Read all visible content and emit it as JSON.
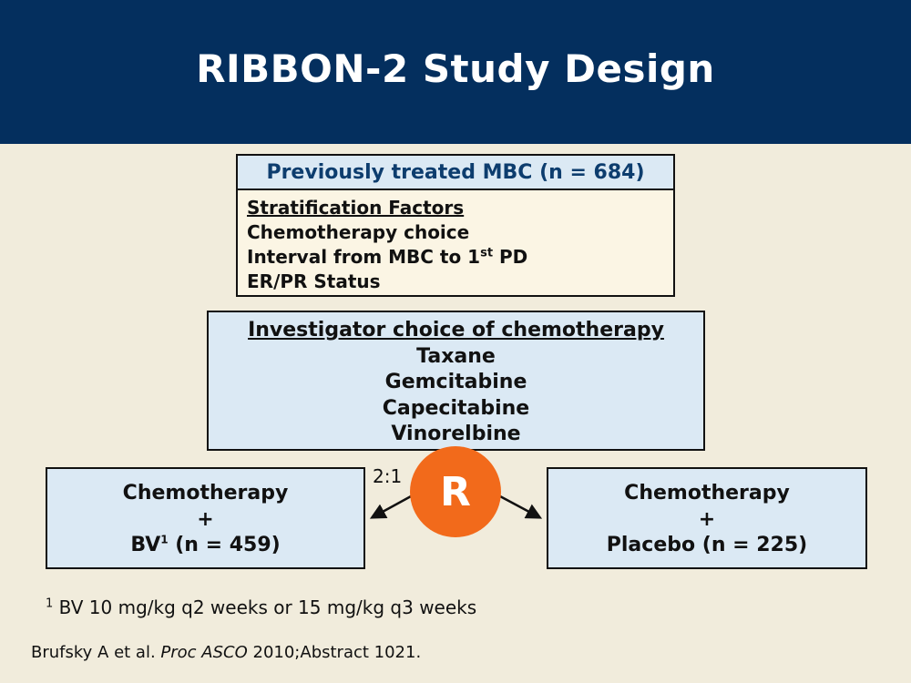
{
  "title": "RIBBON-2 Study Design",
  "population": "Previously treated MBC (n = 684)",
  "stratification": {
    "heading": "Stratification Factors",
    "factor1": "Chemotherapy choice",
    "factor2_main": "Interval from MBC to 1",
    "factor2_sup": "st",
    "factor2_end": " PD",
    "factor3": "ER/PR Status"
  },
  "chemo_choice": {
    "heading": "Investigator choice of chemotherapy",
    "options": [
      "Taxane",
      "Gemcitabine",
      "Capecitabine",
      "Vinorelbine"
    ]
  },
  "randomization": {
    "symbol": "R",
    "ratio": "2:1"
  },
  "arms": {
    "left": {
      "line1": "Chemotherapy",
      "plus": "+",
      "drug": "BV",
      "sup": "1",
      "n": " (n = 459)"
    },
    "right": {
      "line1": "Chemotherapy",
      "plus": "+",
      "line3": "Placebo (n = 225)"
    }
  },
  "footnote": {
    "sup": "1",
    "text": " BV 10 mg/kg q2 weeks or 15 mg/kg q3 weeks"
  },
  "citation": {
    "authors": "Brufsky A et al. ",
    "journal": "Proc ASCO",
    "rest": " 2010;Abstract 1021."
  },
  "colors": {
    "header": "#042f5e",
    "background": "#f1ecdc",
    "box_fill": "#dbe9f4",
    "strat_fill": "#fbf5e4",
    "randomize": "#f26a1b"
  }
}
